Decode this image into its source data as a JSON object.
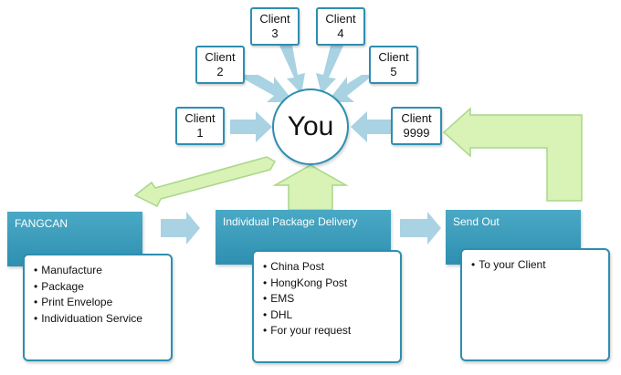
{
  "center": {
    "label": "You"
  },
  "clients": [
    {
      "line1": "Client",
      "line2": "1"
    },
    {
      "line1": "Client",
      "line2": "2"
    },
    {
      "line1": "Client",
      "line2": "3"
    },
    {
      "line1": "Client",
      "line2": "4"
    },
    {
      "line1": "Client",
      "line2": "5"
    },
    {
      "line1": "Client",
      "line2": "9999"
    }
  ],
  "stages": [
    {
      "title": "FANGCAN",
      "items": [
        "Manufacture",
        "Package",
        "Print Envelope",
        "Individuation Service"
      ]
    },
    {
      "title": "Individual Package Delivery",
      "items": [
        "China Post",
        "HongKong Post",
        "EMS",
        "DHL",
        "For your request"
      ]
    },
    {
      "title": "Send Out",
      "items": [
        "To your Client"
      ]
    }
  ],
  "colors": {
    "header_blue": "#3a9fbf",
    "border_blue": "#2d8fb0",
    "client_arrow": "#a9d2e2",
    "flow_arrow": "#a9d2e2",
    "return_arrow_fill": "#d8f3b5",
    "return_arrow_stroke": "#a9d68a"
  }
}
